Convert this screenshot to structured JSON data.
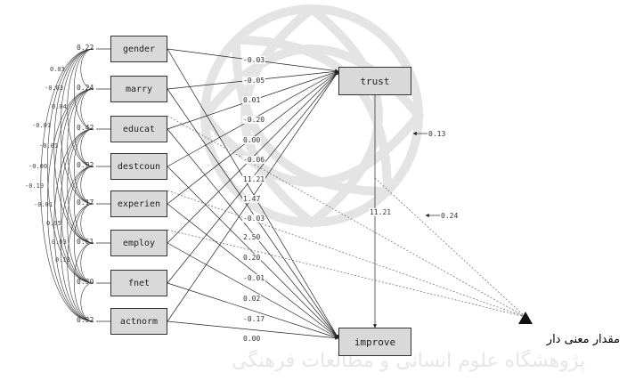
{
  "caption": "مقدار معنی دار",
  "observed": [
    {
      "label": "gender",
      "variance": "0.22"
    },
    {
      "label": "marry",
      "variance": "0.24"
    },
    {
      "label": "educat",
      "variance": "0.42"
    },
    {
      "label": "destcoun",
      "variance": "0.92"
    },
    {
      "label": "experien",
      "variance": "0.17"
    },
    {
      "label": "employ",
      "variance": "0.61"
    },
    {
      "label": "fnet",
      "variance": "0.30"
    },
    {
      "label": "actnorm",
      "variance": "0.32"
    }
  ],
  "endogenous": [
    {
      "label": "trust",
      "error": "0.13"
    },
    {
      "label": "improve",
      "error": "0.24"
    }
  ],
  "path_coefficients": [
    "-0.03",
    "-0.05",
    "0.01",
    "-0.20",
    "0.00",
    "-0.06",
    "11.21",
    "1.47",
    "-0.03",
    "2.50",
    "0.20",
    "-0.01",
    "0.02",
    "-0.17",
    "0.00"
  ],
  "trust_to_improve": "11.21",
  "covariance_labels": [
    "0.03",
    "-0.03",
    "0.04",
    "-0.01",
    "-0.01",
    "-0.00",
    "-0.19",
    "-0.01",
    "0.95",
    "0.03",
    "0.13"
  ],
  "watermark": "پژوهشگاه علوم انسانی و مطالعات فرهنگی",
  "colors": {
    "box": "#d9d9d9",
    "line": "#222222",
    "watermark": "#e2e2e2"
  }
}
